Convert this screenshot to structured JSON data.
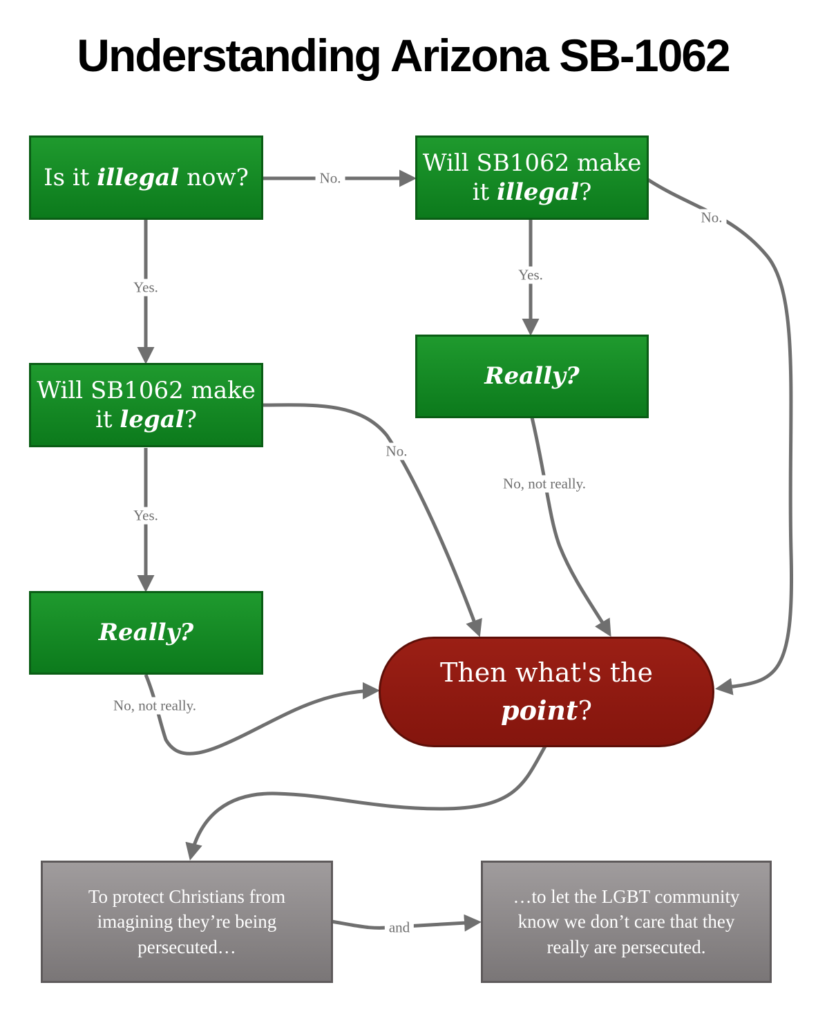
{
  "title": "Understanding Arizona SB-1062",
  "nodes": {
    "q1": {
      "pre": "Is it ",
      "em": "illegal",
      "post": " now?"
    },
    "q2": {
      "line1": "Will SB1062 make",
      "pre": "it ",
      "em": "illegal",
      "post": "?"
    },
    "q3": {
      "line1": "Will SB1062 make",
      "pre": "it ",
      "em": "legal",
      "post": "?"
    },
    "really_left": {
      "em": "Really?"
    },
    "really_right": {
      "em": "Really?"
    },
    "point": {
      "line1": "Then what's the",
      "em": "point",
      "post": "?"
    },
    "protect": {
      "text": "To protect Christians from imagining they’re being persecuted…"
    },
    "lgbt": {
      "text": "…to let the LGBT community know we don’t care that they really are persecuted."
    }
  },
  "edge_labels": {
    "q1_no": "No.",
    "q2_no": "No.",
    "q2_yes": "Yes.",
    "q1_yes": "Yes.",
    "q3_no": "No.",
    "q3_yes": "Yes.",
    "really_right_no": "No, not really.",
    "really_left_no": "No, not really.",
    "and": "and"
  },
  "colors": {
    "green": "#14882a",
    "red": "#8b1a10",
    "gray": "#8d898a",
    "edge": "#6f6f6f"
  }
}
